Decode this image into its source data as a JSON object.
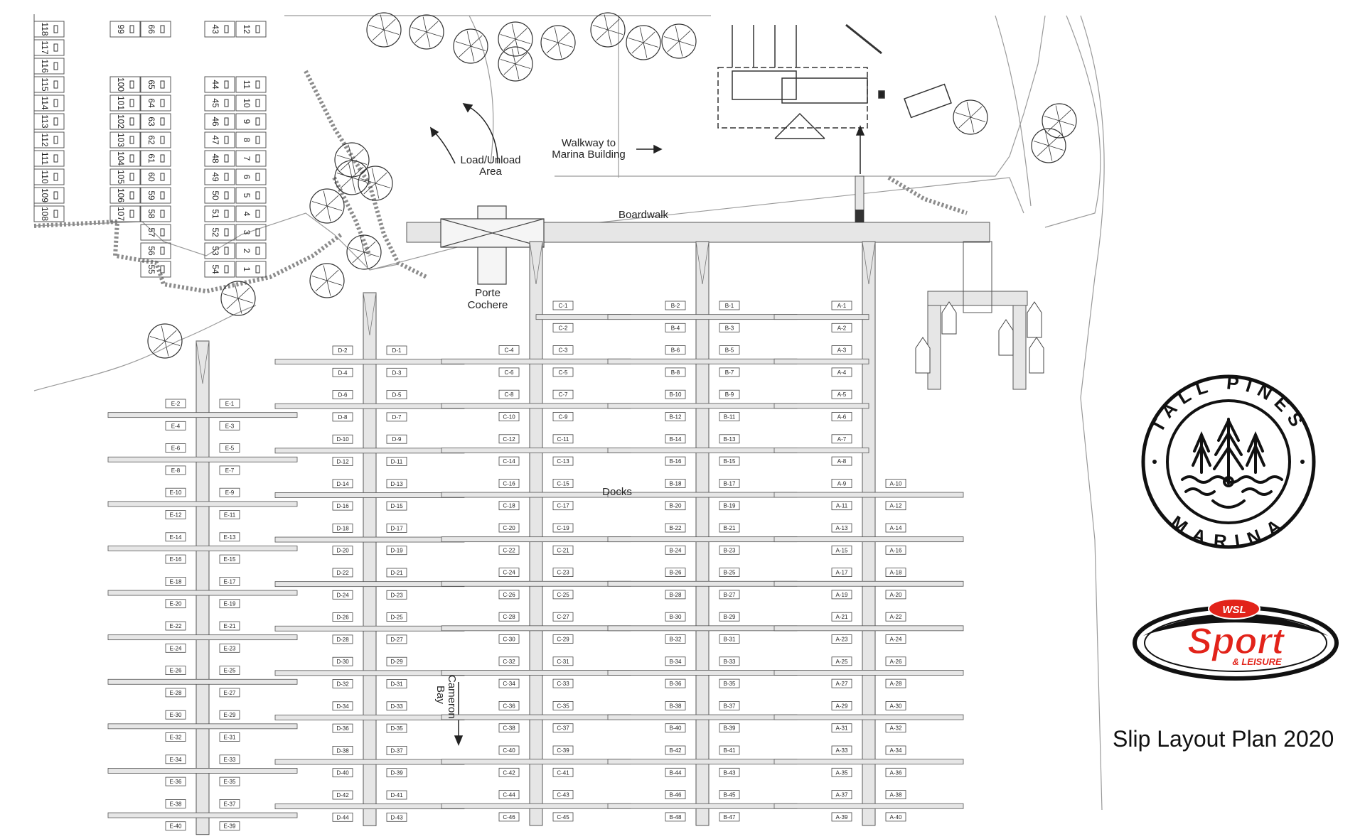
{
  "labels": {
    "boardwalk": "Boardwalk",
    "porte": [
      "Porte",
      "Cochere"
    ],
    "walkway": [
      "Walkway to",
      "Marina Building"
    ],
    "loadunload": [
      "Load/Unload",
      "Area"
    ],
    "docks": "Docks",
    "bay": [
      "Cameron",
      "Bay"
    ]
  },
  "title": "Slip Layout Plan 2020",
  "tall_pines_logo": {
    "top": "TALL PINES",
    "bottom": "MARINA"
  },
  "sport_logo": {
    "badge": "WSL",
    "main": "Sport",
    "sub": "& LEISURE"
  },
  "colors": {
    "logo_red": "#e2231a",
    "ink": "#222222",
    "dock": "#e6e6e6"
  },
  "docks": [
    {
      "name": "E",
      "rows": [
        [
          "E-2",
          "E-1"
        ],
        [
          "E-4",
          "E-3"
        ],
        [
          "E-6",
          "E-5"
        ],
        [
          "E-8",
          "E-7"
        ],
        [
          "E-10",
          "E-9"
        ],
        [
          "E-12",
          "E-11"
        ],
        [
          "E-14",
          "E-13"
        ],
        [
          "E-16",
          "E-15"
        ],
        [
          "E-18",
          "E-17"
        ],
        [
          "E-20",
          "E-19"
        ],
        [
          "E-22",
          "E-21"
        ],
        [
          "E-24",
          "E-23"
        ],
        [
          "E-26",
          "E-25"
        ],
        [
          "E-28",
          "E-27"
        ],
        [
          "E-30",
          "E-29"
        ],
        [
          "E-32",
          "E-31"
        ],
        [
          "E-34",
          "E-33"
        ],
        [
          "E-36",
          "E-35"
        ],
        [
          "E-38",
          "E-37"
        ],
        [
          "E-40",
          "E-39"
        ]
      ]
    },
    {
      "name": "D",
      "rows": [
        [
          "D-2",
          "D-1"
        ],
        [
          "D-4",
          "D-3"
        ],
        [
          "D-6",
          "D-5"
        ],
        [
          "D-8",
          "D-7"
        ],
        [
          "D-10",
          "D-9"
        ],
        [
          "D-12",
          "D-11"
        ],
        [
          "D-14",
          "D-13"
        ],
        [
          "D-16",
          "D-15"
        ],
        [
          "D-18",
          "D-17"
        ],
        [
          "D-20",
          "D-19"
        ],
        [
          "D-22",
          "D-21"
        ],
        [
          "D-24",
          "D-23"
        ],
        [
          "D-26",
          "D-25"
        ],
        [
          "D-28",
          "D-27"
        ],
        [
          "D-30",
          "D-29"
        ],
        [
          "D-32",
          "D-31"
        ],
        [
          "D-34",
          "D-33"
        ],
        [
          "D-36",
          "D-35"
        ],
        [
          "D-38",
          "D-37"
        ],
        [
          "D-40",
          "D-39"
        ],
        [
          "D-42",
          "D-41"
        ],
        [
          "D-44",
          "D-43"
        ]
      ]
    },
    {
      "name": "C",
      "rows": [
        [
          "",
          "C-1"
        ],
        [
          "",
          "C-2"
        ],
        [
          "C-4",
          "C-3"
        ],
        [
          "C-6",
          "C-5"
        ],
        [
          "C-8",
          "C-7"
        ],
        [
          "C-10",
          "C-9"
        ],
        [
          "C-12",
          "C-11"
        ],
        [
          "C-14",
          "C-13"
        ],
        [
          "C-16",
          "C-15"
        ],
        [
          "C-18",
          "C-17"
        ],
        [
          "C-20",
          "C-19"
        ],
        [
          "C-22",
          "C-21"
        ],
        [
          "C-24",
          "C-23"
        ],
        [
          "C-26",
          "C-25"
        ],
        [
          "C-28",
          "C-27"
        ],
        [
          "C-30",
          "C-29"
        ],
        [
          "C-32",
          "C-31"
        ],
        [
          "C-34",
          "C-33"
        ],
        [
          "C-36",
          "C-35"
        ],
        [
          "C-38",
          "C-37"
        ],
        [
          "C-40",
          "C-39"
        ],
        [
          "C-42",
          "C-41"
        ],
        [
          "C-44",
          "C-43"
        ],
        [
          "C-46",
          "C-45"
        ]
      ]
    },
    {
      "name": "B",
      "rows": [
        [
          "B-2",
          "B-1"
        ],
        [
          "B-4",
          "B-3"
        ],
        [
          "B-6",
          "B-5"
        ],
        [
          "B-8",
          "B-7"
        ],
        [
          "B-10",
          "B-9"
        ],
        [
          "B-12",
          "B-11"
        ],
        [
          "B-14",
          "B-13"
        ],
        [
          "B-16",
          "B-15"
        ],
        [
          "B-18",
          "B-17"
        ],
        [
          "B-20",
          "B-19"
        ],
        [
          "B-22",
          "B-21"
        ],
        [
          "B-24",
          "B-23"
        ],
        [
          "B-26",
          "B-25"
        ],
        [
          "B-28",
          "B-27"
        ],
        [
          "B-30",
          "B-29"
        ],
        [
          "B-32",
          "B-31"
        ],
        [
          "B-34",
          "B-33"
        ],
        [
          "B-36",
          "B-35"
        ],
        [
          "B-38",
          "B-37"
        ],
        [
          "B-40",
          "B-39"
        ],
        [
          "B-42",
          "B-41"
        ],
        [
          "B-44",
          "B-43"
        ],
        [
          "B-46",
          "B-45"
        ],
        [
          "B-48",
          "B-47"
        ]
      ]
    },
    {
      "name": "A",
      "rows": [
        [
          "A-1",
          ""
        ],
        [
          "A-2",
          ""
        ],
        [
          "A-3",
          ""
        ],
        [
          "A-4",
          ""
        ],
        [
          "A-5",
          ""
        ],
        [
          "A-6",
          ""
        ],
        [
          "A-7",
          ""
        ],
        [
          "A-8",
          ""
        ],
        [
          "A-9",
          "A-10"
        ],
        [
          "A-11",
          "A-12"
        ],
        [
          "A-13",
          "A-14"
        ],
        [
          "A-15",
          "A-16"
        ],
        [
          "A-17",
          "A-18"
        ],
        [
          "A-19",
          "A-20"
        ],
        [
          "A-21",
          "A-22"
        ],
        [
          "A-23",
          "A-24"
        ],
        [
          "A-25",
          "A-26"
        ],
        [
          "A-27",
          "A-28"
        ],
        [
          "A-29",
          "A-30"
        ],
        [
          "A-31",
          "A-32"
        ],
        [
          "A-33",
          "A-34"
        ],
        [
          "A-35",
          "A-36"
        ],
        [
          "A-37",
          "A-38"
        ],
        [
          "A-39",
          "A-40"
        ]
      ]
    }
  ],
  "parking": [
    [
      "118",
      "117",
      "116",
      "115",
      "114",
      "113",
      "112",
      "111",
      "110",
      "109",
      "108"
    ],
    [
      "99",
      "100",
      "101",
      "102",
      "103",
      "104",
      "105",
      "106",
      "107"
    ],
    [
      "66",
      "65",
      "64",
      "63",
      "62",
      "61",
      "60",
      "59",
      "58",
      "57",
      "56",
      "55"
    ],
    [
      "43",
      "44",
      "45",
      "46",
      "47",
      "48",
      "49",
      "50",
      "51",
      "52",
      "53",
      "54"
    ],
    [
      "12",
      "11",
      "10",
      "9",
      "8",
      "7",
      "6",
      "5",
      "4",
      "3",
      "2",
      "1"
    ]
  ]
}
